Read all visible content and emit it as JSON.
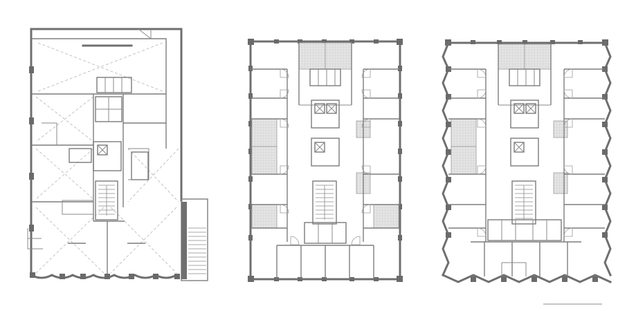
{
  "plans": [
    {
      "name": "plan-ground-floor"
    },
    {
      "name": "plan-typical-floor"
    },
    {
      "name": "plan-upper-floor-bay-windows"
    }
  ],
  "colors": {
    "wall": "#6f6f6f",
    "tile": "#d6d6d6",
    "background": "#ffffff"
  }
}
